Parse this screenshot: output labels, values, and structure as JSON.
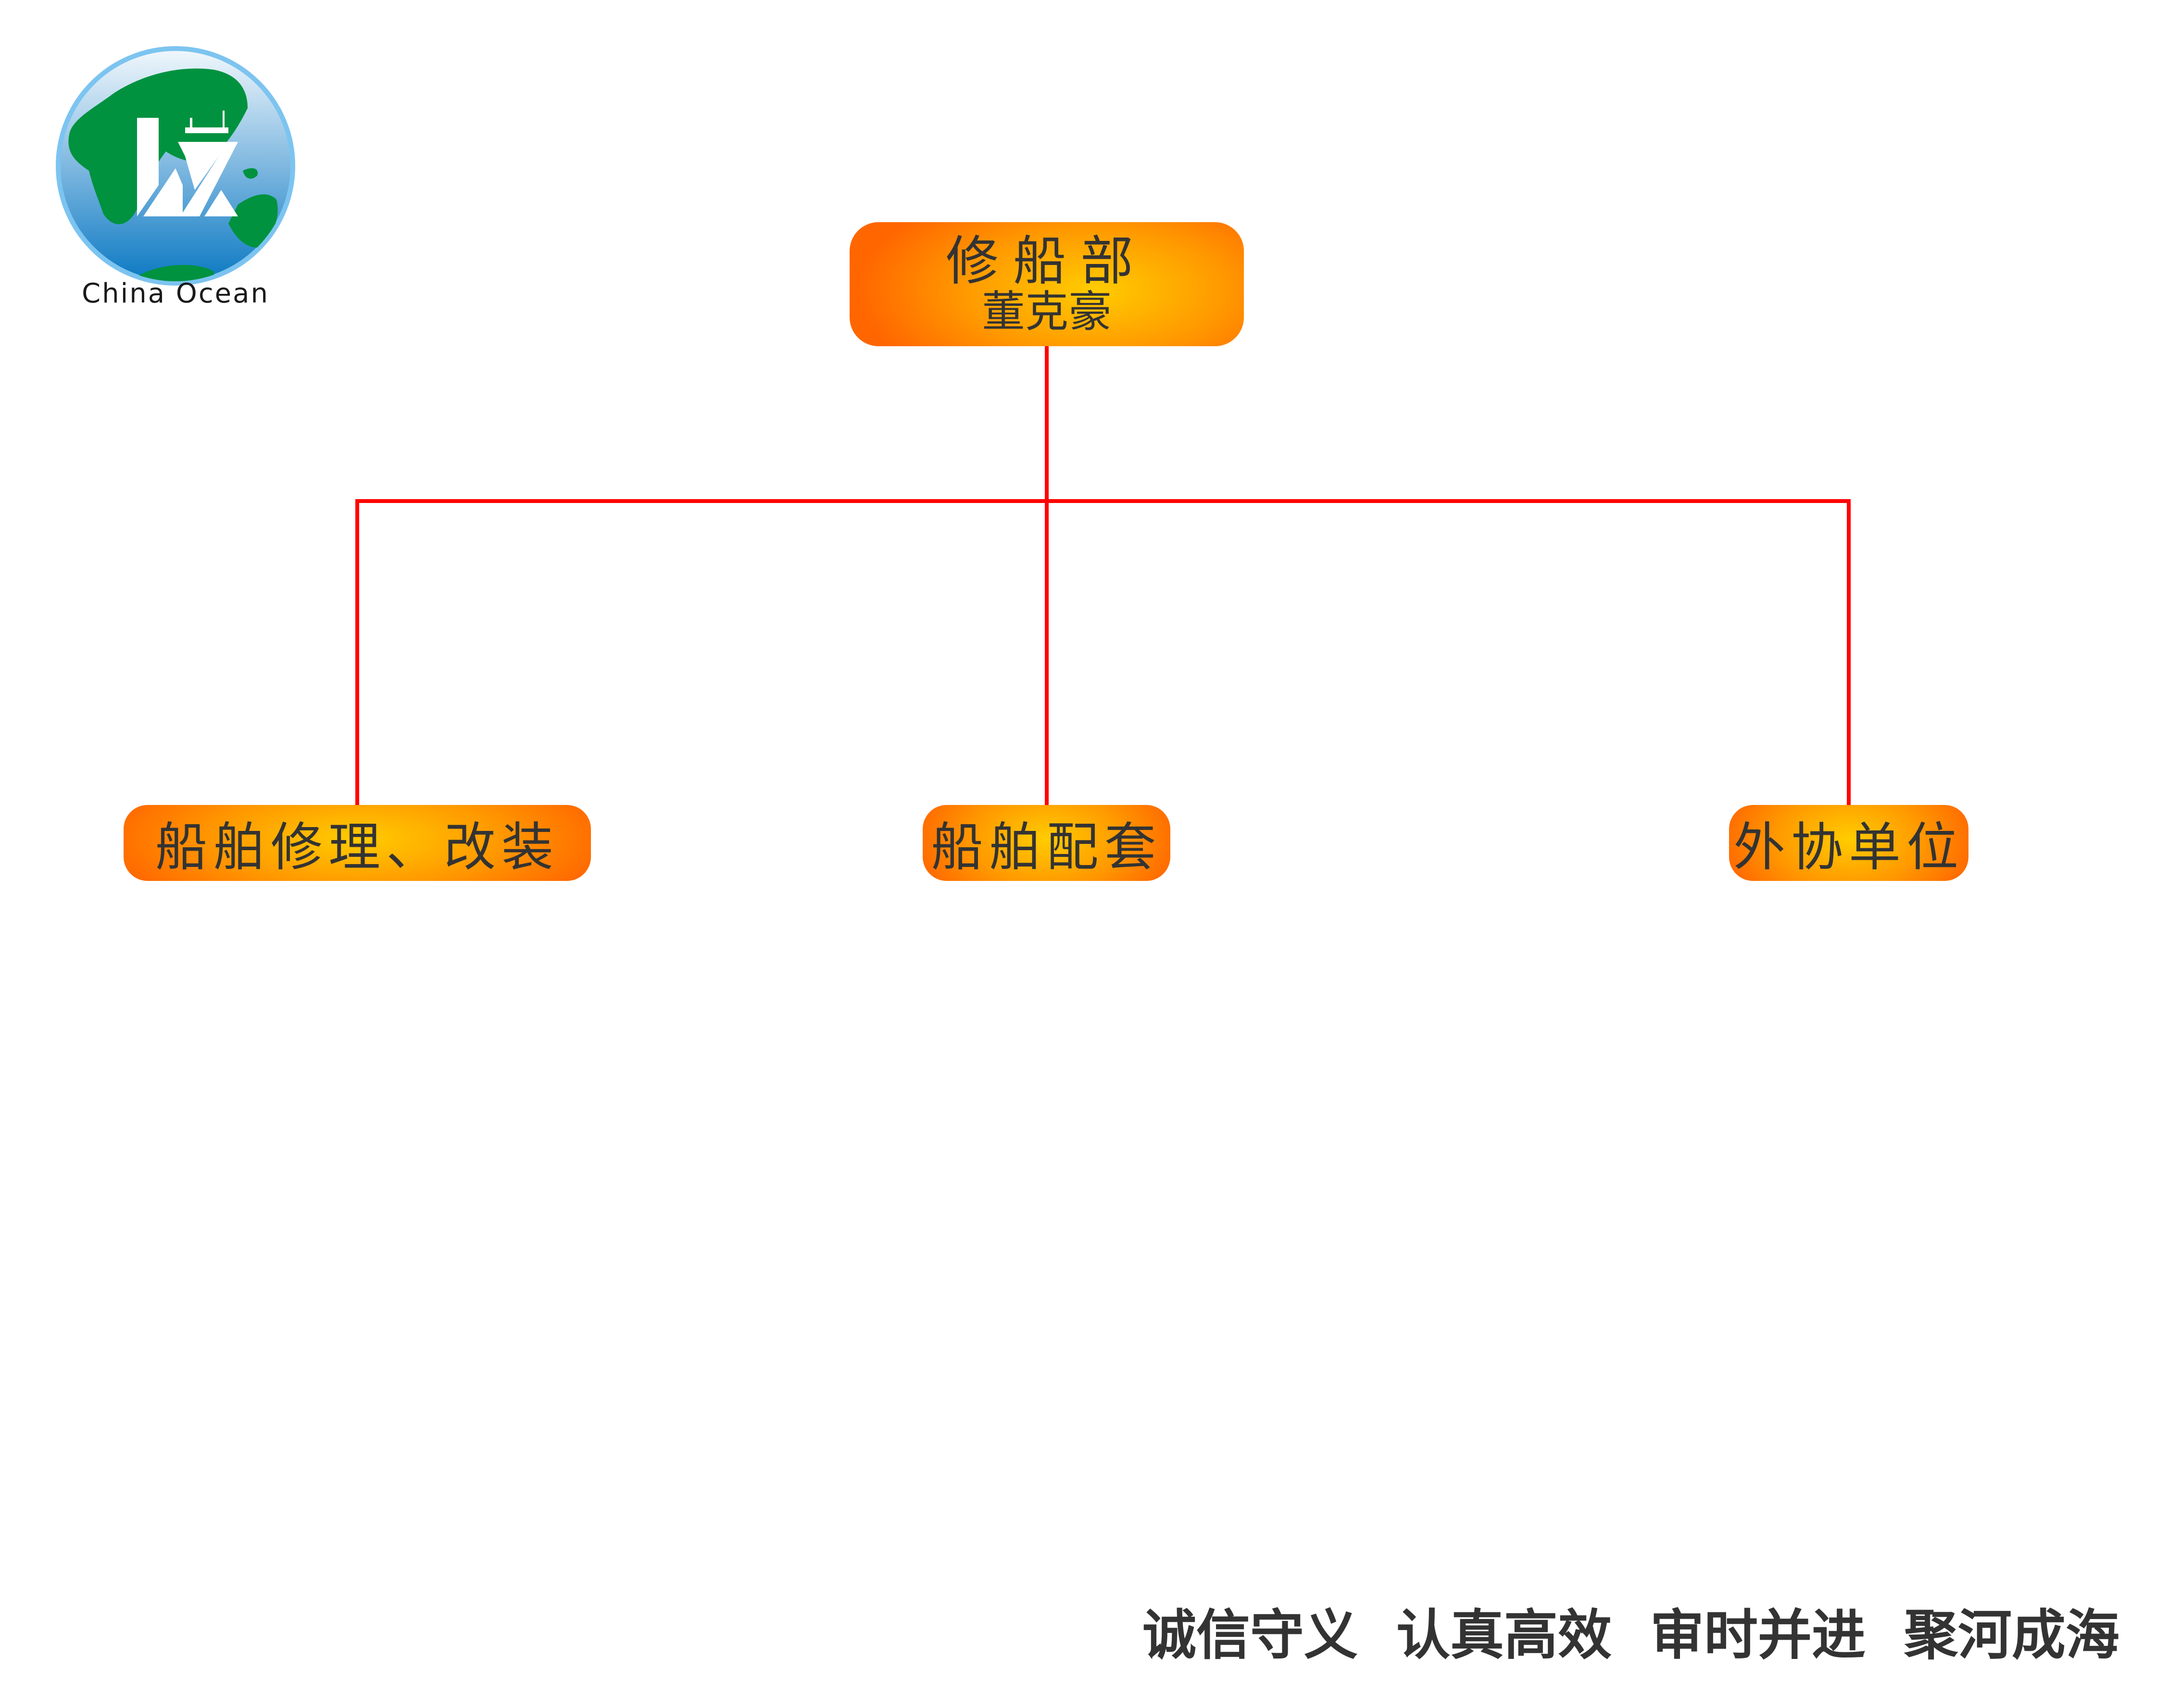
{
  "logo": {
    "text": "China Ocean"
  },
  "root": {
    "title": "修船部",
    "name": "董克豪"
  },
  "children": [
    {
      "label": "船舶修理、改装"
    },
    {
      "label": "船舶配套"
    },
    {
      "label": "外协单位"
    }
  ],
  "slogan": [
    "诚信守义",
    "认真高效",
    "审时并进",
    "聚河成海"
  ],
  "colors": {
    "connector": "#ff0000",
    "box_edge": "#ff6600",
    "box_center": "#ffcc00",
    "text": "#333333"
  }
}
